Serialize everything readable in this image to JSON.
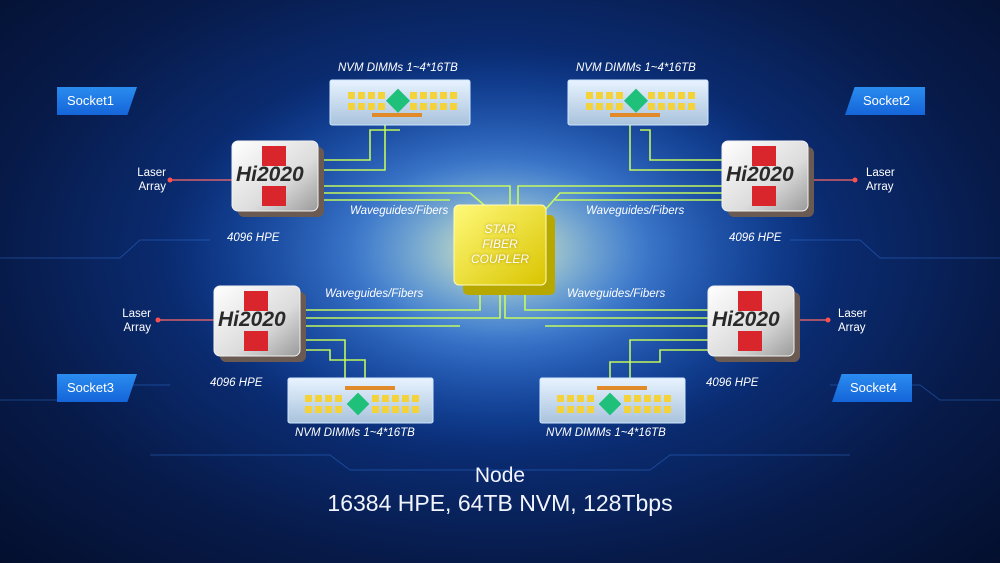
{
  "sockets": [
    {
      "label": "Socket1"
    },
    {
      "label": "Socket2"
    },
    {
      "label": "Socket3"
    },
    {
      "label": "Socket4"
    }
  ],
  "nvm_label": "NVM  DIMMs 1~4*16TB",
  "chip_label": "Hi2020",
  "hpe_label": "4096 HPE",
  "laser_line1": "Laser",
  "laser_line2": "Array",
  "waveguide_label": "Waveguides/Fibers",
  "coupler": {
    "line1": "STAR",
    "line2": "FIBER",
    "line3": "COUPLER"
  },
  "footer": {
    "line1": "Node",
    "line2": "16384 HPE, 64TB NVM, 128Tbps"
  },
  "colors": {
    "accent": "#2a8cf0",
    "trace": "#c9ff5a",
    "coupler": "#f2e60a",
    "chip_red": "#d8262c"
  }
}
